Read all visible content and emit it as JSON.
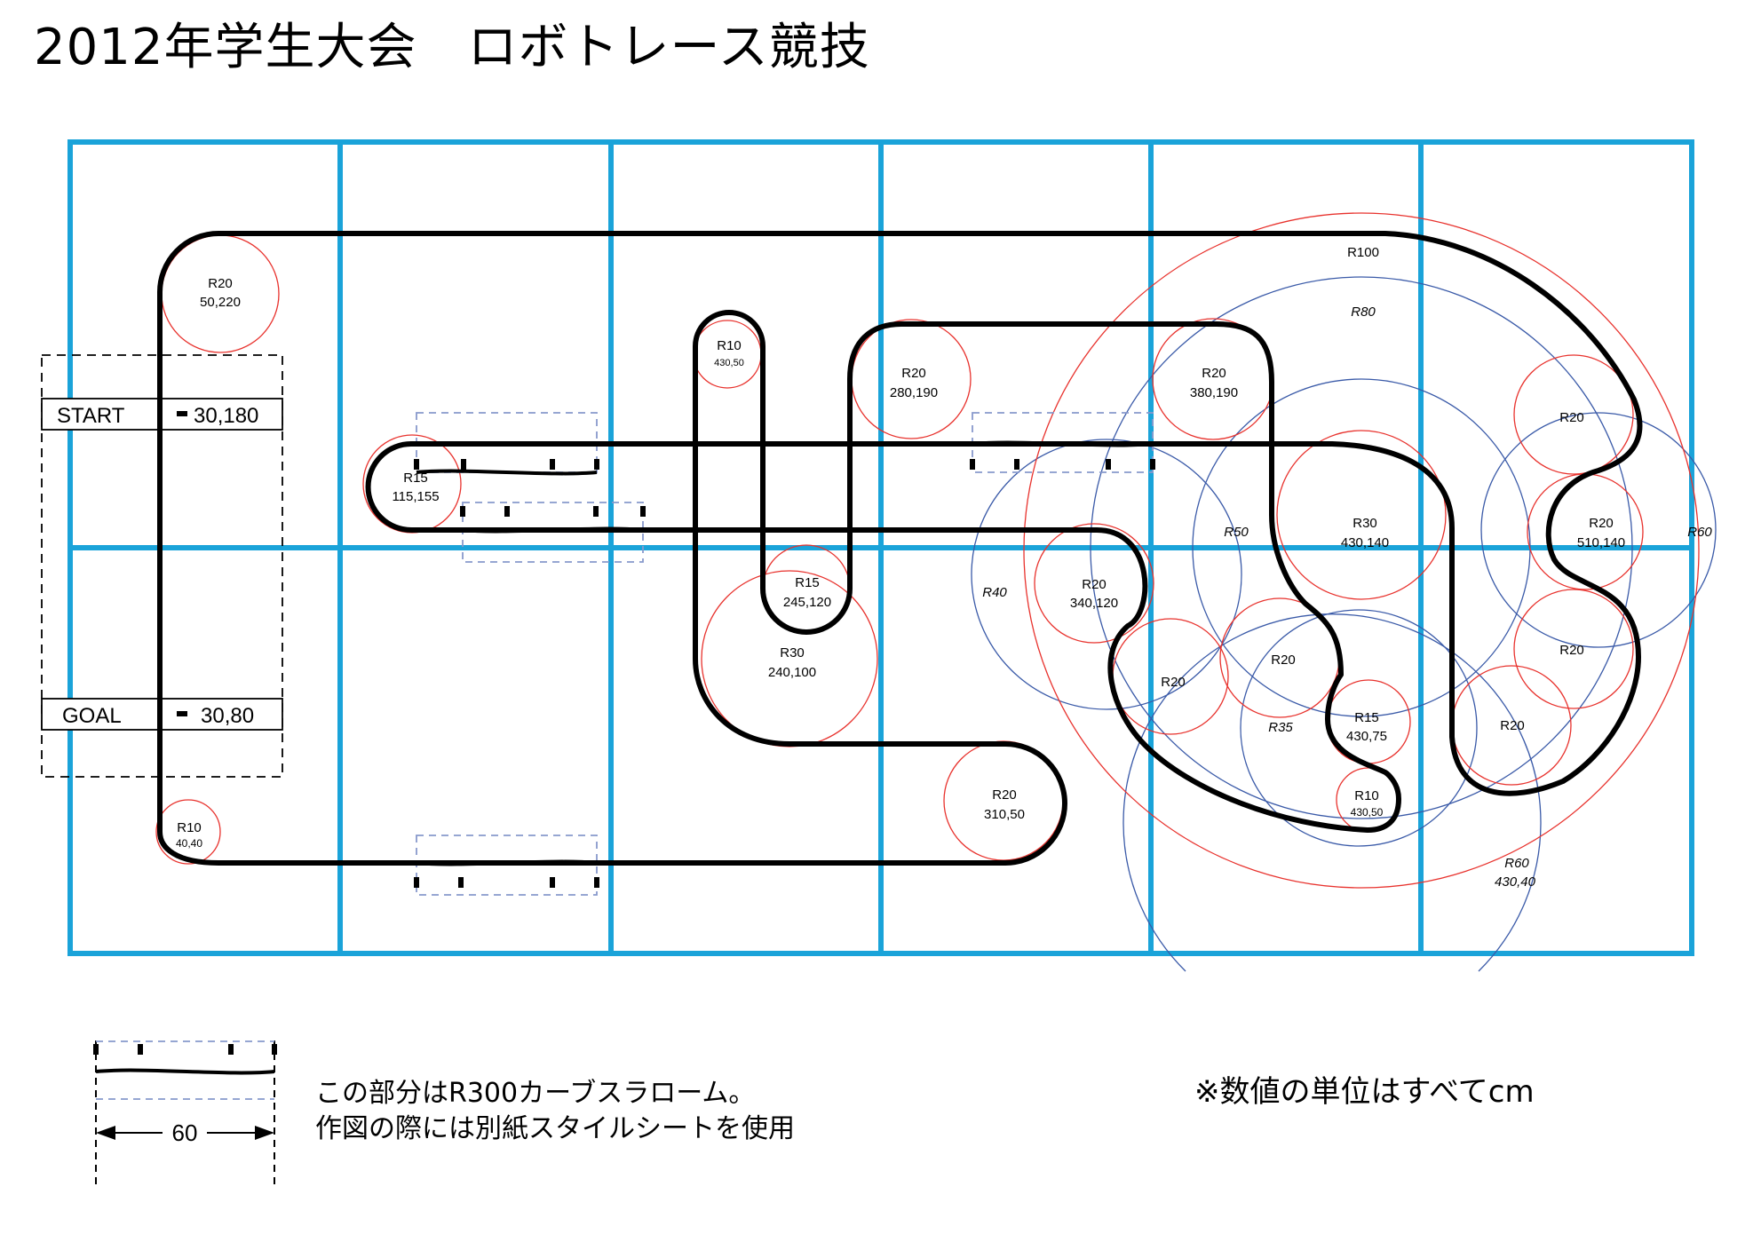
{
  "title": "2012年学生大会　ロボトレース競技",
  "start": {
    "label": "START",
    "coord": "30,180"
  },
  "goal": {
    "label": "GOAL",
    "coord": "30,80"
  },
  "arcs": [
    {
      "radius": "R20",
      "center": "50,220"
    },
    {
      "radius": "R10",
      "center": "40,40"
    },
    {
      "radius": "R15",
      "center": "115,155"
    },
    {
      "radius": "R10",
      "center": "430,50",
      "note": "top-hairpin"
    },
    {
      "radius": "R15",
      "center": "245,120"
    },
    {
      "radius": "R30",
      "center": "240,100"
    },
    {
      "radius": "R20",
      "center": "280,190"
    },
    {
      "radius": "R20",
      "center": "310,50"
    },
    {
      "radius": "R20",
      "center": "380,190"
    },
    {
      "radius": "R20",
      "center": "340,120"
    },
    {
      "radius": "R30",
      "center": "430,140"
    },
    {
      "radius": "R15",
      "center": "430,75"
    },
    {
      "radius": "R10",
      "center": "430,50"
    },
    {
      "radius": "R20",
      "center": "510,140"
    }
  ],
  "plain_labels": [
    "R100",
    "R20",
    "R20",
    "R20",
    "R20",
    "R20"
  ],
  "guide_labels": [
    "R80",
    "R50",
    "R40",
    "R60",
    "R35",
    "R60"
  ],
  "guide_center": "430,40",
  "legend": {
    "width_label": "60",
    "note_line1": "この部分はR300カーブスラローム。",
    "note_line2": "作図の際には別紙スタイルシートを使用",
    "unit_note": "※数値の単位はすべてcm"
  },
  "colors": {
    "grid": "#1aa3d9",
    "track": "#000000",
    "arc_red": "#e8322d",
    "arc_blue": "#3a5aa8",
    "slalom_box": "#8899cc"
  }
}
